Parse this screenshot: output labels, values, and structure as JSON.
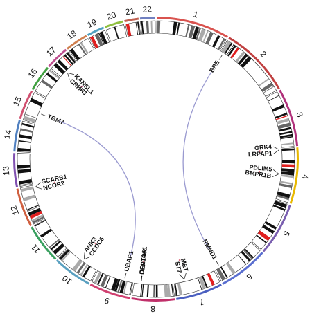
{
  "chromosomes": [
    {
      "label": "1",
      "size": 249,
      "color": "#d9534f"
    },
    {
      "label": "2",
      "size": 243,
      "color": "#c04040"
    },
    {
      "label": "3",
      "size": 198,
      "color": "#b0307a"
    },
    {
      "label": "4",
      "size": 191,
      "color": "#e8b800"
    },
    {
      "label": "5",
      "size": 181,
      "color": "#7a5fb0"
    },
    {
      "label": "6",
      "size": 171,
      "color": "#5a6fd0"
    },
    {
      "label": "7",
      "size": 159,
      "color": "#4a5fc0"
    },
    {
      "label": "8",
      "size": 146,
      "color": "#c0306a"
    },
    {
      "label": "9",
      "size": 141,
      "color": "#d04070"
    },
    {
      "label": "10",
      "size": 135,
      "color": "#5aa0c0"
    },
    {
      "label": "11",
      "size": 135,
      "color": "#3aa060"
    },
    {
      "label": "12",
      "size": 133,
      "color": "#d06040"
    },
    {
      "label": "13",
      "size": 115,
      "color": "#8050b0"
    },
    {
      "label": "14",
      "size": 107,
      "color": "#5080c0"
    },
    {
      "label": "15",
      "size": 102,
      "color": "#d05070"
    },
    {
      "label": "16",
      "size": 90,
      "color": "#40a040"
    },
    {
      "label": "17",
      "size": 81,
      "color": "#c05090"
    },
    {
      "label": "18",
      "size": 78,
      "color": "#d08050"
    },
    {
      "label": "19",
      "size": 59,
      "color": "#50a0c0"
    },
    {
      "label": "20",
      "size": 63,
      "color": "#90c040"
    },
    {
      "label": "21",
      "size": 48,
      "color": "#c06050"
    },
    {
      "label": "22",
      "size": 51,
      "color": "#7080c0"
    }
  ],
  "genes": [
    {
      "label": "BRE",
      "chr": "2",
      "pos": 0.05
    },
    {
      "label": "GRK4",
      "chr": "4",
      "pos": 0.01
    },
    {
      "label": "LRPAP1",
      "chr": "4",
      "pos": 0.02
    },
    {
      "label": "PDLIM5",
      "chr": "4",
      "pos": 0.5
    },
    {
      "label": "BMPR1B",
      "chr": "4",
      "pos": 0.51
    },
    {
      "label": "RMND1",
      "chr": "6",
      "pos": 0.88
    },
    {
      "label": "MET",
      "chr": "7",
      "pos": 0.74
    },
    {
      "label": "ST7",
      "chr": "7",
      "pos": 0.75
    },
    {
      "label": "DEPTOR",
      "chr": "8",
      "pos": 0.82
    },
    {
      "label": "COL14A1",
      "chr": "8",
      "pos": 0.83
    },
    {
      "label": "UBAP1",
      "chr": "9",
      "pos": 0.24
    },
    {
      "label": "CCDC6",
      "chr": "10",
      "pos": 0.45
    },
    {
      "label": "ANK3",
      "chr": "10",
      "pos": 0.46
    },
    {
      "label": "NCOR2",
      "chr": "12",
      "pos": 0.93
    },
    {
      "label": "SCARB1",
      "chr": "12",
      "pos": 0.94
    },
    {
      "label": "TGM7",
      "chr": "15",
      "pos": 0.4
    },
    {
      "label": "CRHR1",
      "chr": "17",
      "pos": 0.35
    },
    {
      "label": "KANSL1",
      "chr": "17",
      "pos": 0.36
    }
  ],
  "links": [
    {
      "from": "BRE",
      "to": "RMND1",
      "color": "#9a9ad0"
    },
    {
      "from": "TGM7",
      "to": "UBAP1",
      "color": "#9a9ad0"
    },
    {
      "from": "GRK4",
      "to": "LRPAP1",
      "color": "#e07080"
    },
    {
      "from": "PDLIM5",
      "to": "BMPR1B",
      "color": "#e07080"
    },
    {
      "from": "MET",
      "to": "ST7",
      "color": "#e07080"
    },
    {
      "from": "DEPTOR",
      "to": "COL14A1",
      "color": "#e07080"
    },
    {
      "from": "CCDC6",
      "to": "ANK3",
      "color": "#e07080"
    },
    {
      "from": "NCOR2",
      "to": "SCARB1",
      "color": "#e07080"
    },
    {
      "from": "CRHR1",
      "to": "KANSL1",
      "color": "#c04070"
    }
  ]
}
